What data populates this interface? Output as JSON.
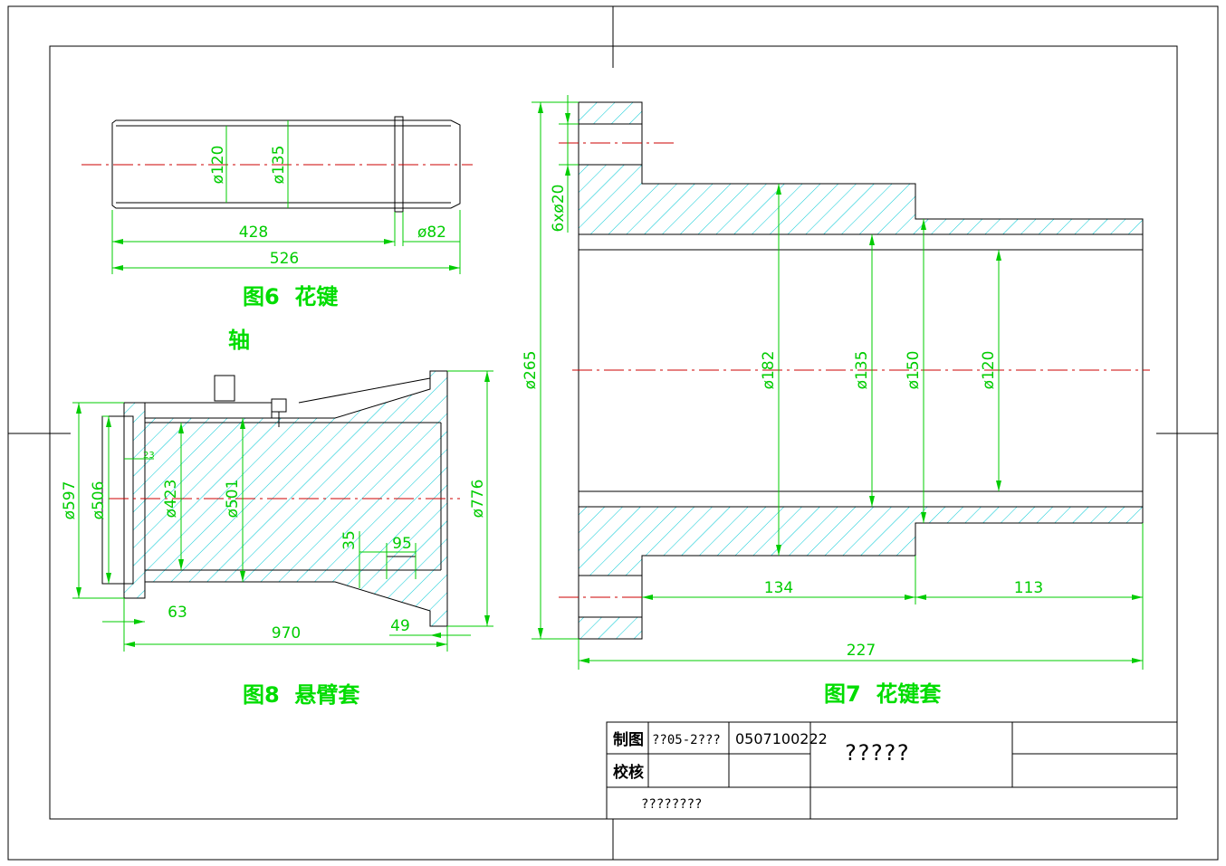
{
  "colors": {
    "outline": "#000000",
    "dimension": "#00cc00",
    "centerline": "#cc0000",
    "hatch": "#00c8d4"
  },
  "figure6": {
    "caption": "图6  花键",
    "caption_line2": "轴",
    "dims": {
      "d1": "ø120",
      "d2": "ø135",
      "len1": "428",
      "len2": "ø82",
      "total": "526"
    }
  },
  "figure7": {
    "caption": "图7  花键套",
    "dims": {
      "holes": "6xø20",
      "outer": "ø265",
      "d1": "ø182",
      "d2": "ø135",
      "d3": "ø150",
      "d4": "ø120",
      "len1": "134",
      "len2": "113",
      "total": "227"
    }
  },
  "figure8": {
    "caption": "图8  悬臂套",
    "dims": {
      "d1": "ø597",
      "d2": "ø506",
      "t": "23",
      "d3": "ø423",
      "d4": "ø501",
      "d5": "ø776",
      "h": "35",
      "w": "95",
      "a": "63",
      "len": "970",
      "b": "49"
    }
  },
  "title_block": {
    "drawn_label": "制图",
    "drawn_value": "??05-2???",
    "code": "0507100222",
    "check_label": "校核",
    "title_main": "?????",
    "bottom_left": "????????"
  }
}
